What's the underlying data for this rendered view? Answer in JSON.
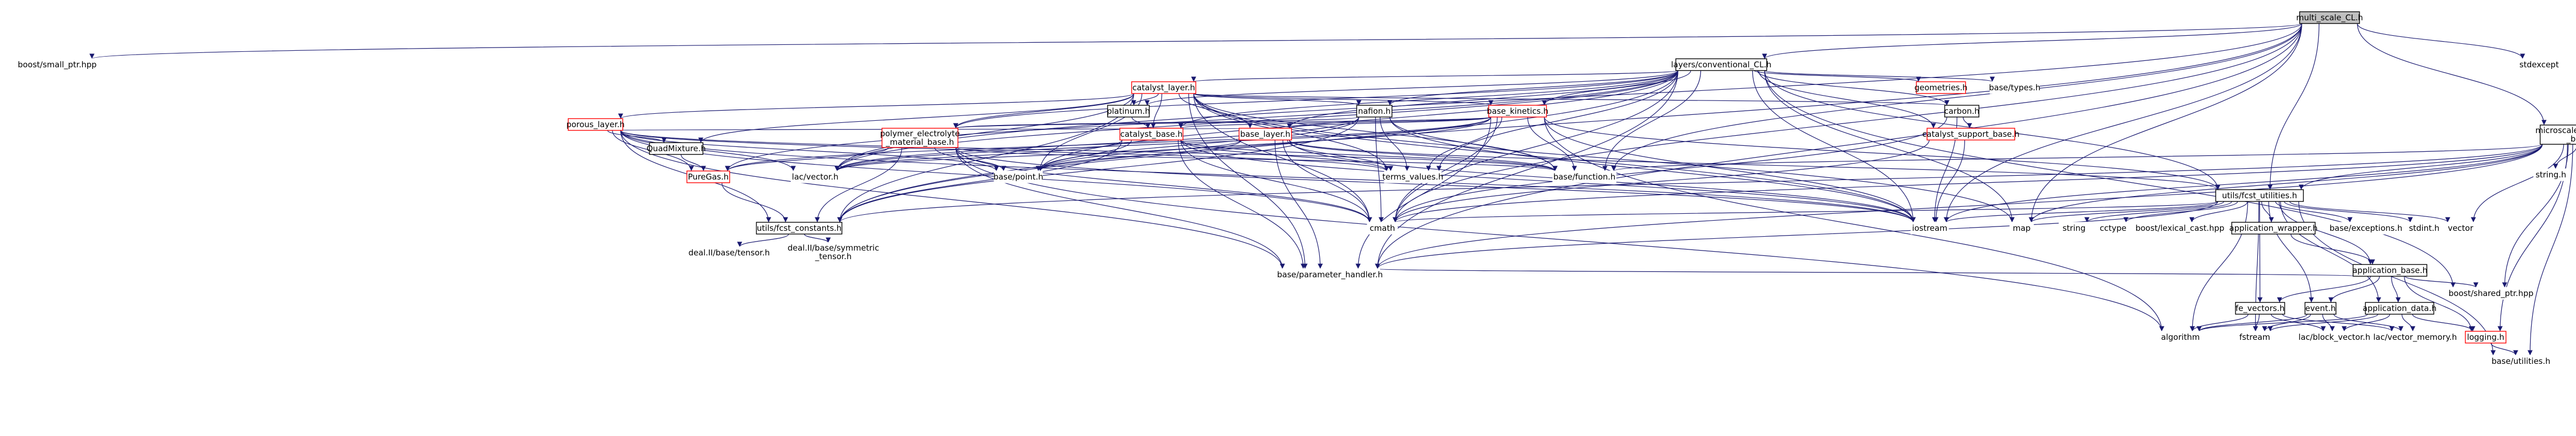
{
  "graph": {
    "colors": {
      "edge": "#191970",
      "node_border": "#000000",
      "node_border_truncated": "#ff0000",
      "root_fill": "#bfbfbf",
      "fill": "#ffffff",
      "gray_text": "#7f7f7f"
    },
    "nodes": [
      {
        "id": "root",
        "label": "multi_scale_CL.h",
        "style": "root"
      },
      {
        "id": "boost_small",
        "label": "boost/small_ptr.hpp",
        "style": "plain"
      },
      {
        "id": "layers_cl",
        "label": "layers/conventional_CL.h",
        "style": "normal"
      },
      {
        "id": "stdexcept",
        "label": "stdexcept",
        "style": "plain"
      },
      {
        "id": "catalyst_layer",
        "label": "catalyst_layer.h",
        "style": "red"
      },
      {
        "id": "geometries",
        "label": "geometries.h",
        "style": "red"
      },
      {
        "id": "base_types",
        "label": "base/types.h",
        "style": "plain"
      },
      {
        "id": "platinum",
        "label": "platinum.h",
        "style": "normal"
      },
      {
        "id": "nafion",
        "label": "nafion.h",
        "style": "normal"
      },
      {
        "id": "base_kinetics",
        "label": "base_kinetics.h",
        "style": "red"
      },
      {
        "id": "carbon",
        "label": "carbon.h",
        "style": "normal"
      },
      {
        "id": "porous_layer",
        "label": "porous_layer.h",
        "style": "red"
      },
      {
        "id": "quadmixture",
        "label": "QuadMixture.h",
        "style": "normal"
      },
      {
        "id": "polymer_base",
        "label": [
          "polymer_electrolyte",
          "_material_base.h"
        ],
        "style": "red"
      },
      {
        "id": "catalyst_base",
        "label": "catalyst_base.h",
        "style": "red"
      },
      {
        "id": "base_layer",
        "label": "base_layer.h",
        "style": "red"
      },
      {
        "id": "catalyst_support_base",
        "label": "catalyst_support_base.h",
        "style": "red"
      },
      {
        "id": "microscale",
        "label": [
          "microscale/micro_scale",
          "_base.h"
        ],
        "style": "normal"
      },
      {
        "id": "string_h",
        "label": "string.h",
        "style": "plain"
      },
      {
        "id": "pureGas",
        "label": "PureGas.h",
        "style": "red"
      },
      {
        "id": "lac_vector",
        "label": "lac/vector.h",
        "style": "plain"
      },
      {
        "id": "base_point",
        "label": "base/point.h",
        "style": "plain"
      },
      {
        "id": "terms_values",
        "label": "terms_values.h",
        "style": "plain"
      },
      {
        "id": "base_function",
        "label": "base/function.h",
        "style": "plain"
      },
      {
        "id": "fcst_constants",
        "label": "utils/fcst_constants.h",
        "style": "normal"
      },
      {
        "id": "cmath",
        "label": "cmath",
        "style": "plain"
      },
      {
        "id": "iostream",
        "label": "iostream",
        "style": "plain"
      },
      {
        "id": "map",
        "label": "map",
        "style": "plain"
      },
      {
        "id": "fcst_utilities",
        "label": "utils/fcst_utilities.h",
        "style": "normal"
      },
      {
        "id": "vector",
        "label": "vector",
        "style": "plain"
      },
      {
        "id": "deal_tensor",
        "label": "deal.II/base/tensor.h",
        "style": "plain"
      },
      {
        "id": "deal_sym",
        "label": [
          "deal.II/base/symmetric",
          "_tensor.h"
        ],
        "style": "plain"
      },
      {
        "id": "param_handler",
        "label": "base/parameter_handler.h",
        "style": "plain"
      },
      {
        "id": "string",
        "label": "string",
        "style": "plain"
      },
      {
        "id": "cctype",
        "label": "cctype",
        "style": "plain"
      },
      {
        "id": "lexical_cast",
        "label": "boost/lexical_cast.hpp",
        "style": "plain"
      },
      {
        "id": "app_wrapper",
        "label": "application_wrapper.h",
        "style": "normal"
      },
      {
        "id": "base_exceptions",
        "label": "base/exceptions.h",
        "style": "plain"
      },
      {
        "id": "stdint",
        "label": "stdint.h",
        "style": "plain"
      },
      {
        "id": "app_base",
        "label": "application_base.h",
        "style": "normal"
      },
      {
        "id": "boost_shared",
        "label": "boost/shared_ptr.hpp",
        "style": "plain"
      },
      {
        "id": "fe_vectors",
        "label": "fe_vectors.h",
        "style": "normal"
      },
      {
        "id": "event",
        "label": "event.h",
        "style": "normal"
      },
      {
        "id": "app_data",
        "label": "application_data.h",
        "style": "normal"
      },
      {
        "id": "logging",
        "label": "logging.h",
        "style": "red"
      },
      {
        "id": "algorithm",
        "label": "algorithm",
        "style": "plain"
      },
      {
        "id": "fstream",
        "label": "fstream",
        "style": "plain"
      },
      {
        "id": "block_vector",
        "label": "lac/block_vector.h",
        "style": "plain"
      },
      {
        "id": "vector_memory",
        "label": "lac/vector_memory.h",
        "style": "plain"
      },
      {
        "id": "base_utilities",
        "label": "base/utilities.h",
        "style": "plain"
      }
    ]
  }
}
